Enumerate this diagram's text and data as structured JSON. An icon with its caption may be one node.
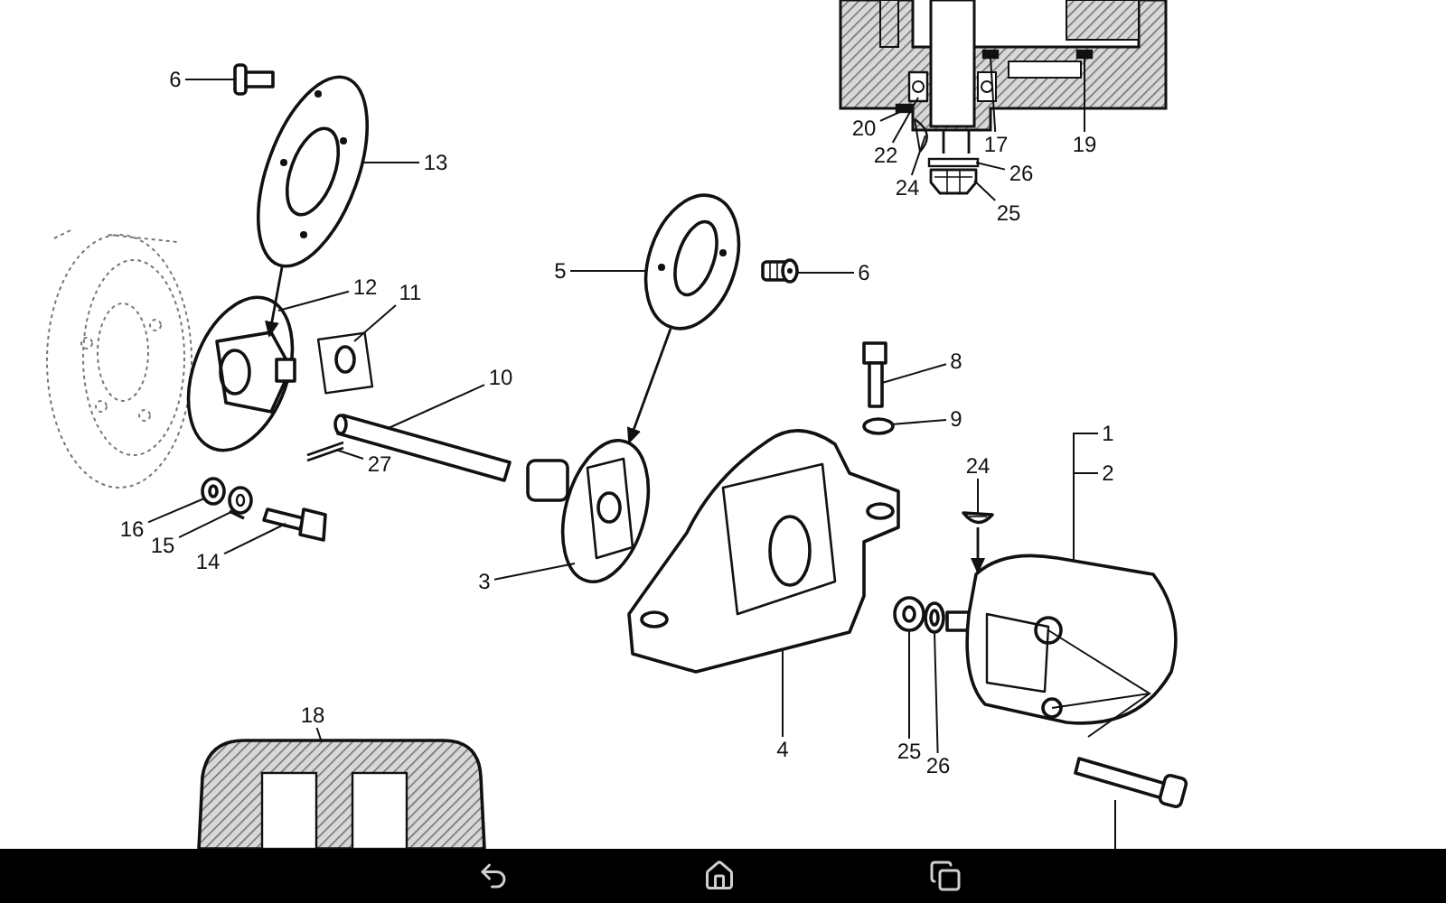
{
  "diagram": {
    "nodes": [
      {
        "text": [
          "20"
        ]
      },
      {
        "text": [
          "17"
        ]
      },
      {
        "text": [
          "19"
        ]
      },
      {
        "text": [
          "22"
        ]
      },
      {
        "text": [
          "26"
        ]
      },
      {
        "text": [
          "24"
        ]
      },
      {
        "text": [
          "25"
        ]
      },
      {
        "text": [
          "6"
        ]
      },
      {
        "text": [
          "13"
        ]
      },
      {
        "text": [
          "5"
        ]
      },
      {
        "text": [
          "6"
        ]
      },
      {
        "text": [
          "12"
        ]
      },
      {
        "text": [
          "11"
        ]
      },
      {
        "text": [
          "8"
        ]
      },
      {
        "text": [
          "10"
        ]
      },
      {
        "text": [
          "9"
        ]
      },
      {
        "text": [
          "1"
        ]
      },
      {
        "text": [
          "27"
        ]
      },
      {
        "text": [
          "24"
        ]
      },
      {
        "text": [
          "2"
        ]
      },
      {
        "text": [
          "16"
        ]
      },
      {
        "text": [
          "15"
        ]
      },
      {
        "text": [
          "14"
        ]
      },
      {
        "text": [
          "3"
        ]
      },
      {
        "text": [
          "18"
        ]
      },
      {
        "text": [
          "4"
        ]
      },
      {
        "text": [
          "25"
        ]
      },
      {
        "text": [
          "26"
        ]
      },
      {
        "text": [],
        "shape": "box"
      },
      {
        "text": [],
        "shape": "picture"
      },
      {
        "text": [],
        "shape": "box"
      },
      {
        "text": [],
        "shape": "box"
      },
      {
        "text": [],
        "shape": "box"
      },
      {
        "text": [],
        "shape": "picture"
      },
      {
        "text": [],
        "shape": "picture"
      },
      {
        "text": [],
        "shape": "picture"
      },
      {
        "text": [],
        "shape": "picture"
      },
      {
        "text": [],
        "shape": "picture"
      },
      {
        "text": [],
        "shape": "picture"
      },
      {
        "text": [],
        "shape": "picture"
      },
      {
        "text": [],
        "shape": "picture"
      },
      {
        "text": [],
        "shape": "picture"
      },
      {
        "text": [],
        "shape": "picture"
      },
      {
        "text": [],
        "shape": "circle"
      },
      {
        "text": [],
        "shape": "picture"
      },
      {
        "text": [],
        "shape": "picture"
      },
      {
        "text": [],
        "shape": "picture"
      },
      {
        "text": [],
        "shape": "picture"
      },
      {
        "text": [],
        "shape": "picture"
      },
      {
        "text": [],
        "shape": "picture"
      },
      {
        "text": [],
        "shape": "picture"
      },
      {
        "text": [],
        "shape": "picture"
      },
      {
        "text": [],
        "shape": "picture"
      },
      {
        "text": [],
        "shape": "picture"
      },
      {
        "text": [],
        "shape": "picture"
      }
    ],
    "edges": [
      {
        "from": 0,
        "to": 28,
        "arrow": "none"
      },
      {
        "from": 1,
        "to": 30,
        "arrow": "none"
      },
      {
        "from": 2,
        "to": 31,
        "arrow": "none"
      },
      {
        "from": 3,
        "to": 29,
        "arrow": "none"
      },
      {
        "from": 4,
        "to": 32,
        "arrow": "none"
      },
      {
        "from": 5,
        "to": 33,
        "arrow": "none"
      },
      {
        "from": 6,
        "to": 34,
        "arrow": "none"
      },
      {
        "from": 7,
        "to": 35,
        "arrow": "none"
      },
      {
        "from": 8,
        "to": 36,
        "arrow": "none"
      },
      {
        "from": 9,
        "to": 37,
        "arrow": "none"
      },
      {
        "from": 10,
        "to": 38,
        "arrow": "none"
      },
      {
        "from": 11,
        "to": 39,
        "arrow": "none"
      },
      {
        "from": 12,
        "to": 40,
        "arrow": "none"
      },
      {
        "from": 13,
        "to": 41,
        "arrow": "none"
      },
      {
        "from": 14,
        "to": 42,
        "arrow": "none"
      },
      {
        "from": 15,
        "to": 43,
        "arrow": "none"
      },
      {
        "from": 16,
        "to": 44,
        "arrow": "none"
      },
      {
        "from": 17,
        "to": 45,
        "arrow": "none"
      },
      {
        "from": 18,
        "to": 46,
        "arrow": "none"
      },
      {
        "from": 19,
        "to": 44,
        "arrow": "none"
      },
      {
        "from": 20,
        "to": 47,
        "arrow": "none"
      },
      {
        "from": 21,
        "to": 48,
        "arrow": "none"
      },
      {
        "from": 22,
        "to": 49,
        "arrow": "none"
      },
      {
        "from": 23,
        "to": 50,
        "arrow": "none"
      },
      {
        "from": 24,
        "to": 51,
        "arrow": "none"
      },
      {
        "from": 25,
        "to": 52,
        "arrow": "none"
      },
      {
        "from": 26,
        "to": 53,
        "arrow": "none"
      },
      {
        "from": 27,
        "to": 54,
        "arrow": "none"
      },
      {
        "from": 36,
        "to": 39,
        "arrow": "to"
      },
      {
        "from": 37,
        "to": 50,
        "arrow": "to"
      },
      {
        "from": 46,
        "to": 44,
        "arrow": "to"
      }
    ]
  }
}
